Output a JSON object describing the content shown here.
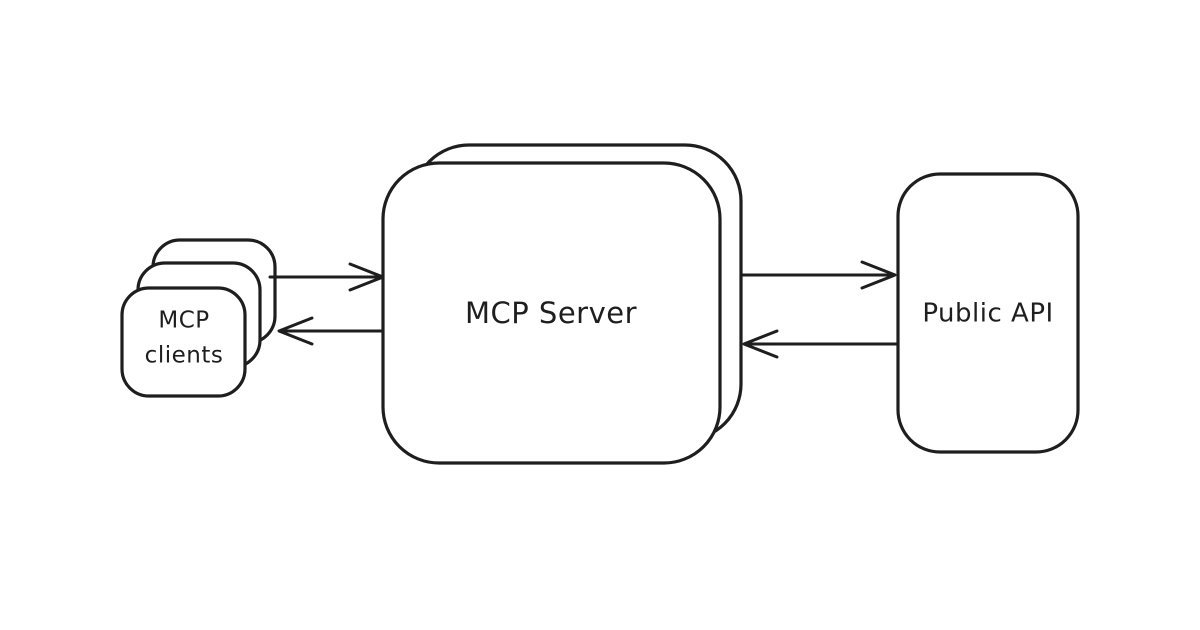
{
  "diagram": {
    "title": "MCP architecture diagram",
    "background_color": "#ffffff",
    "stroke_color": "#1e1e1e",
    "nodes": {
      "clients": {
        "label_line1": "MCP",
        "label_line2": "clients",
        "style": "stack-of-3-rounded-cards"
      },
      "server": {
        "label": "MCP Server",
        "style": "stack-of-2-rounded-boxes"
      },
      "api": {
        "label": "Public API",
        "style": "rounded-box"
      }
    },
    "edges": [
      {
        "from": "clients",
        "to": "server",
        "direction": "right"
      },
      {
        "from": "server",
        "to": "clients",
        "direction": "left"
      },
      {
        "from": "server",
        "to": "api",
        "direction": "right"
      },
      {
        "from": "api",
        "to": "server",
        "direction": "left"
      }
    ]
  }
}
